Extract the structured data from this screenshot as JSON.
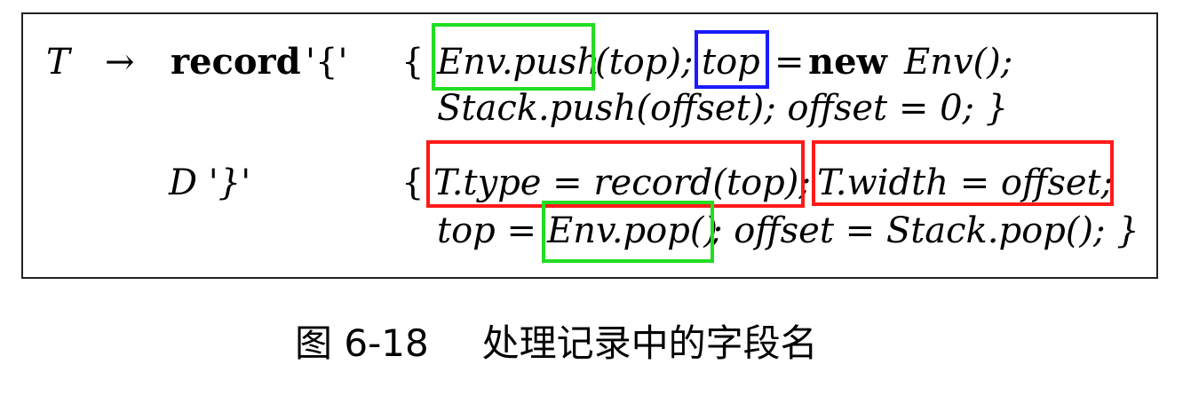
{
  "rule1": {
    "lhs": "T",
    "arrow": "→",
    "keyword": "record",
    "terminal": "'{'",
    "action": {
      "open": "{",
      "env_push": "Env.push",
      "env_push_args": "(top);",
      "top": "top",
      "assign_new": "=",
      "new_kw": "new",
      "env_ctor": "Env();",
      "line2": "Stack.push(offset); offset = 0; }"
    }
  },
  "rule2": {
    "symbols": "D '}'",
    "action": {
      "open": "{",
      "type_assign": "T.type = record(top);",
      "width_assign": "T.width = offset;",
      "line2_prefix": "top =",
      "env_pop": "Env.pop()",
      "line2_suffix": "; offset = Stack.pop(); }"
    }
  },
  "highlight_colors": {
    "green": "#22dd22",
    "blue": "#1a1aff",
    "red": "#ff1a1a"
  },
  "caption": {
    "number": "图 6-18",
    "title": "处理记录中的字段名"
  }
}
